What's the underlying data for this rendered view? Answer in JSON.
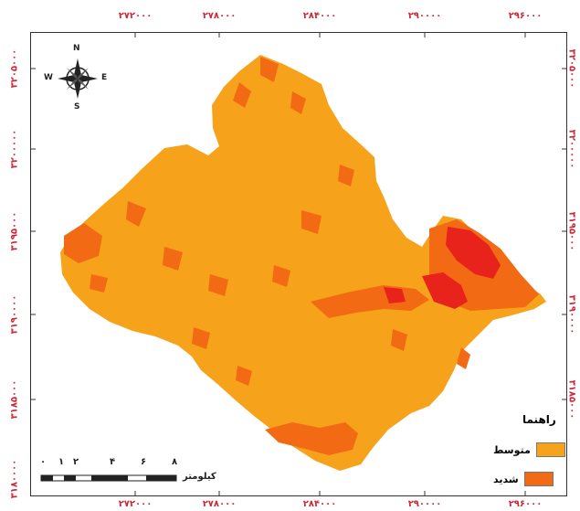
{
  "colors": {
    "moderate": "#f7a21b",
    "severe": "#f26a14",
    "very_severe": "#e8231c",
    "tick": "#cc2a3a"
  },
  "axis": {
    "x_ticks": [
      "۲۷۲۰۰۰",
      "۲۷۸۰۰۰",
      "۲۸۴۰۰۰",
      "۲۹۰۰۰۰",
      "۲۹۶۰۰۰"
    ],
    "y_ticks": [
      "۳۲۰۵۰۰۰",
      "۳۲۰۰۰۰۰",
      "۳۱۹۵۰۰۰",
      "۳۱۹۰۰۰۰",
      "۳۱۸۵۰۰۰",
      "۳۱۸۰۰۰۰"
    ]
  },
  "compass": {
    "n": "N",
    "s": "S",
    "e": "E",
    "w": "W"
  },
  "legend": {
    "title": "راهنما",
    "items": [
      {
        "label": "متوسط",
        "color": "#f7a21b"
      },
      {
        "label": "شدید",
        "color": "#f26a14"
      }
    ]
  },
  "scale_bar": {
    "numbers": [
      "۸",
      "۶",
      "۴",
      "۲",
      "۱",
      "۰"
    ],
    "unit": "کیلومتر"
  }
}
